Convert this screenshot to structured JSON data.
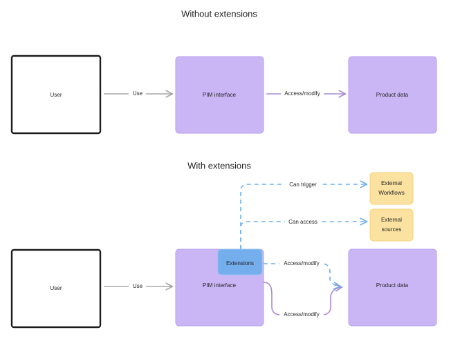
{
  "diagram": {
    "title_top": "Without extensions",
    "title_bottom": "With extensions",
    "colors": {
      "purple_fill": "#cbb6f5",
      "purple_stroke": "#b79ef0",
      "blue_fill": "#74aeec",
      "blue_stroke": "#8fc2f2",
      "yellow_fill": "#fbe2a0",
      "yellow_stroke": "#f5d27c",
      "white_fill": "#ffffff",
      "black_stroke": "#1c1c1c",
      "gray_edge": "#a7a7a7",
      "purple_edge": "#a98bd6",
      "blue_edge": "#6cb0e8",
      "text": "#1f2023"
    },
    "sections": [
      {
        "id": "without-extensions",
        "heading": "Without extensions",
        "nodes": [
          {
            "id": "user-top",
            "label": "User",
            "style": "white-black-border"
          },
          {
            "id": "pim-top",
            "label": "PIM interface",
            "style": "purple"
          },
          {
            "id": "product-data-top",
            "label": "Product data",
            "style": "purple"
          }
        ],
        "edges": [
          {
            "id": "user-to-pim-top",
            "label": "Use",
            "from": "user-top",
            "to": "pim-top",
            "style": "solid-gray"
          },
          {
            "id": "pim-to-data-top",
            "label": "Access/modify",
            "from": "pim-top",
            "to": "product-data-top",
            "style": "solid-purple"
          }
        ]
      },
      {
        "id": "with-extensions",
        "heading": "With extensions",
        "nodes": [
          {
            "id": "user-bottom",
            "label": "User",
            "style": "white-black-border"
          },
          {
            "id": "pim-bottom",
            "label": "PIM interface",
            "style": "purple"
          },
          {
            "id": "extensions",
            "label": "Extensions",
            "style": "blue"
          },
          {
            "id": "product-data-bottom",
            "label": "Product data",
            "style": "purple"
          },
          {
            "id": "external-workflows",
            "label_line1": "External",
            "label_line2": "Workflows",
            "style": "yellow"
          },
          {
            "id": "external-sources",
            "label_line1": "External",
            "label_line2": "sources",
            "style": "yellow"
          }
        ],
        "edges": [
          {
            "id": "user-to-pim-bottom",
            "label": "Use",
            "from": "user-bottom",
            "to": "pim-bottom",
            "style": "solid-gray"
          },
          {
            "id": "ext-to-workflows",
            "label": "Can trigger",
            "from": "extensions",
            "to": "external-workflows",
            "style": "dashed-blue"
          },
          {
            "id": "ext-to-sources",
            "label": "Can access",
            "from": "extensions",
            "to": "external-sources",
            "style": "dashed-blue"
          },
          {
            "id": "ext-to-data",
            "label": "Access/modify",
            "from": "extensions",
            "to": "product-data-bottom",
            "style": "dashed-blue"
          },
          {
            "id": "pim-to-data-bottom",
            "label": "Access/modify",
            "from": "pim-bottom",
            "to": "product-data-bottom",
            "style": "solid-purple"
          }
        ]
      }
    ]
  }
}
